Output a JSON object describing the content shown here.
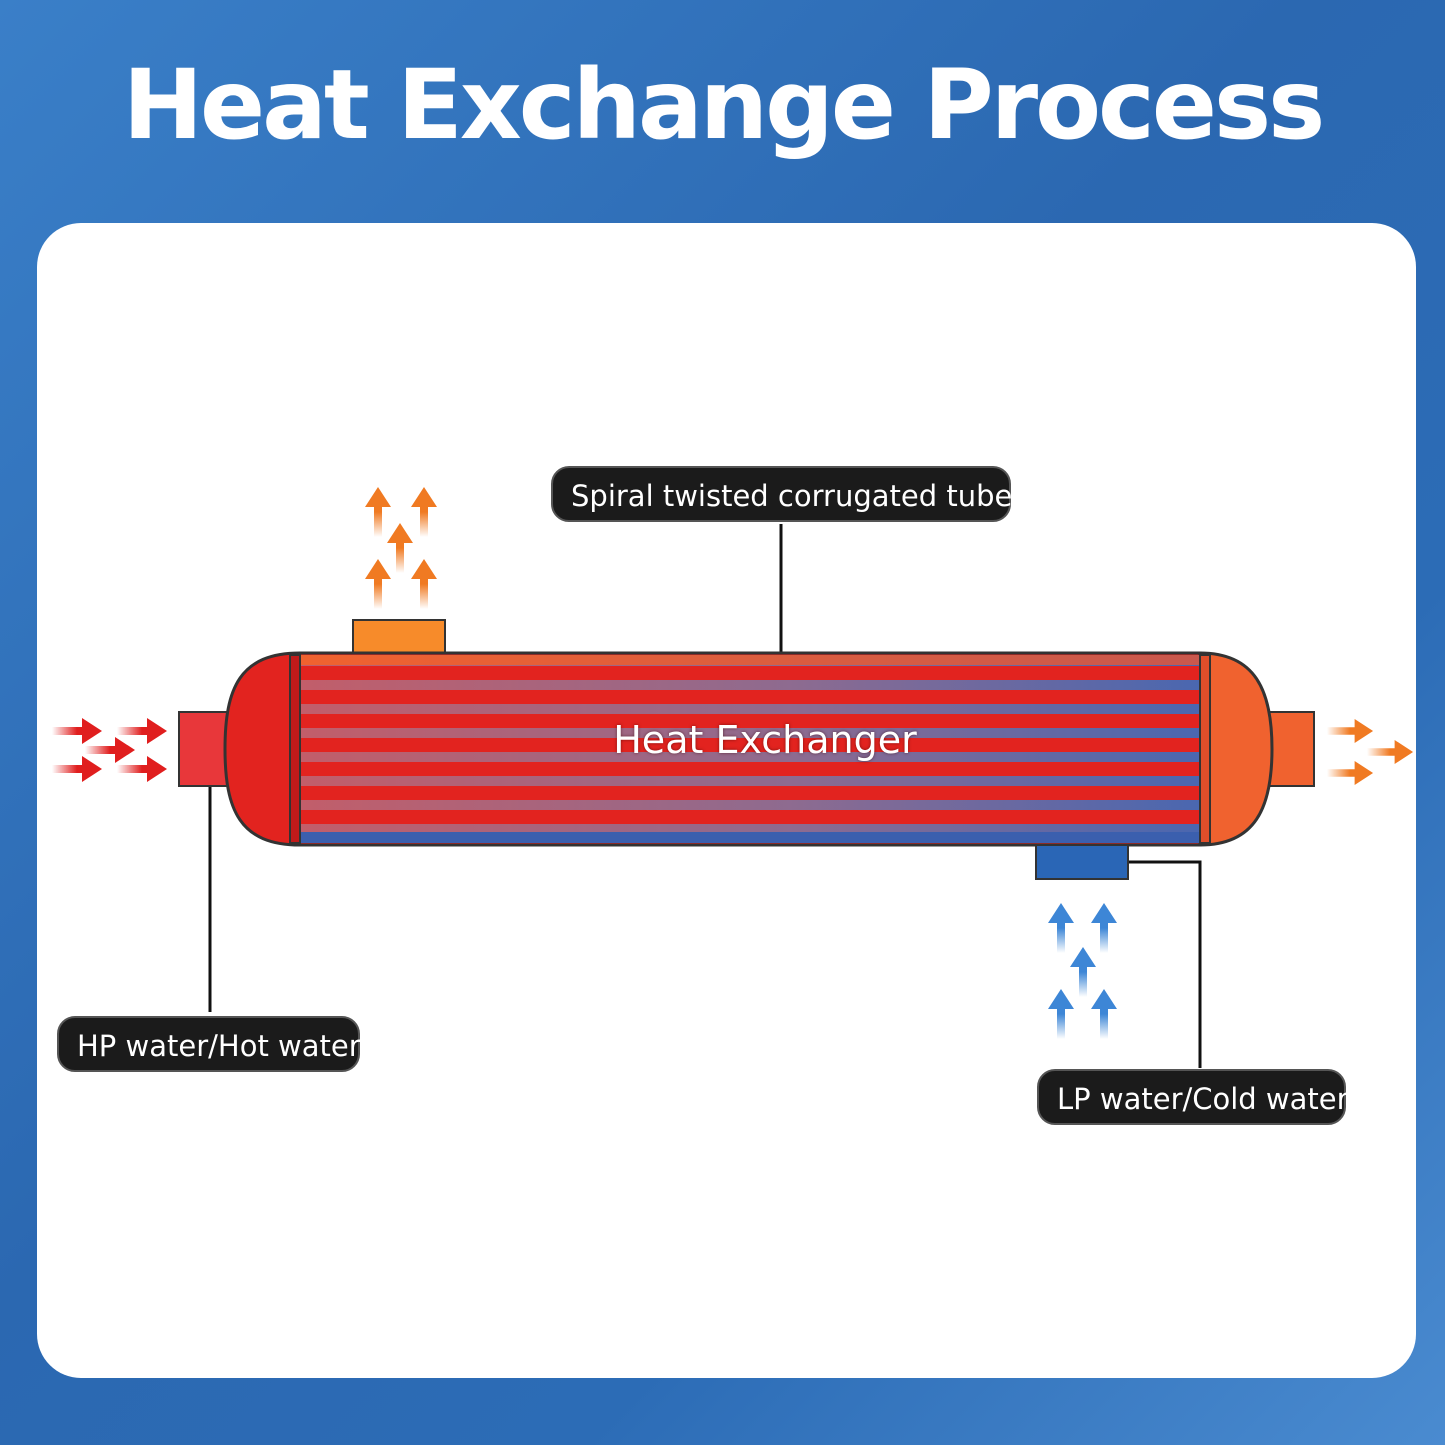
{
  "title": "Heat Exchange Process",
  "diagram": {
    "center_label": "Heat Exchanger",
    "callouts": {
      "tube": "Spiral twisted corrugated tube",
      "hot_inlet": "HP water/Hot water",
      "cold_inlet": "LP water/Cold water"
    },
    "icons": {
      "hot_in_arrows": "arrow-right-icon",
      "hot_out_arrows": "arrow-up-icon",
      "warm_out_arrows": "arrow-right-icon",
      "cold_in_arrows": "arrow-up-icon"
    }
  },
  "colors": {
    "background": "#2b68b1",
    "panel": "#ffffff",
    "shell_red": "#e2231f",
    "hot_port": "#e8373a",
    "warm_port": "#f0622f",
    "top_port": "#f78b2a",
    "cold_port": "#2a66b6",
    "hot_arrow": "#e01e1e",
    "warm_arrow": "#f07a22",
    "cold_arrow": "#3d86d6",
    "callout_bg": "#1b1b1b"
  }
}
